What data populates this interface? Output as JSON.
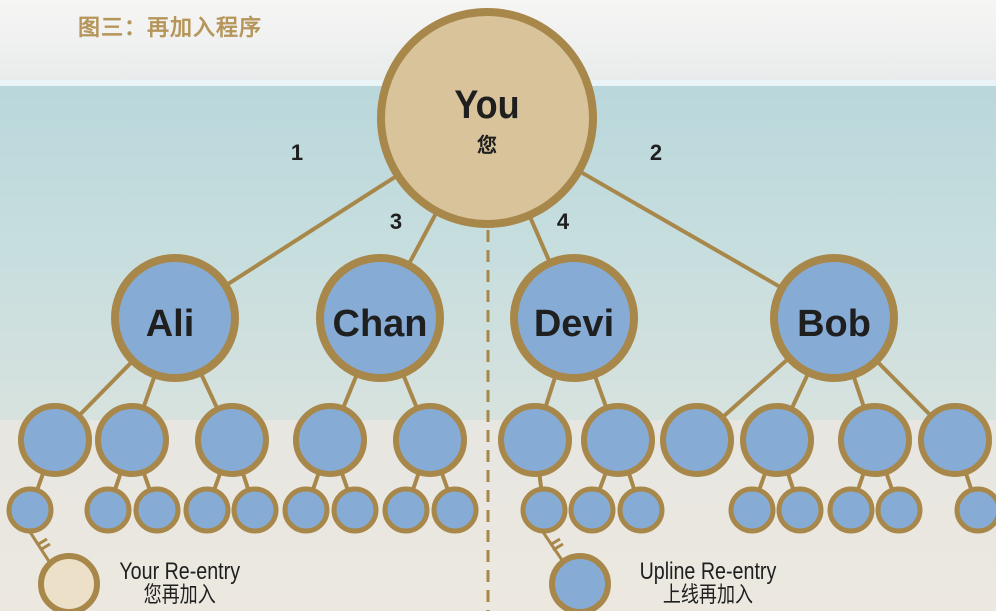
{
  "title": "图三：再加入程序",
  "root": {
    "name": "You",
    "subtitle": "您"
  },
  "branch_numbers": [
    "1",
    "2",
    "3",
    "4"
  ],
  "level1": [
    "Ali",
    "Chan",
    "Devi",
    "Bob"
  ],
  "legend": {
    "your_reentry": {
      "en": "Your Re-entry",
      "zh": "您再加入"
    },
    "upline_reentry": {
      "en": "Upline Re-entry",
      "zh": "上线再加入"
    }
  },
  "colors": {
    "gold": "#a8874a",
    "root_fill": "#d8c39a",
    "node_fill": "#86acd6",
    "your_reentry_fill": "#ece0c8"
  }
}
